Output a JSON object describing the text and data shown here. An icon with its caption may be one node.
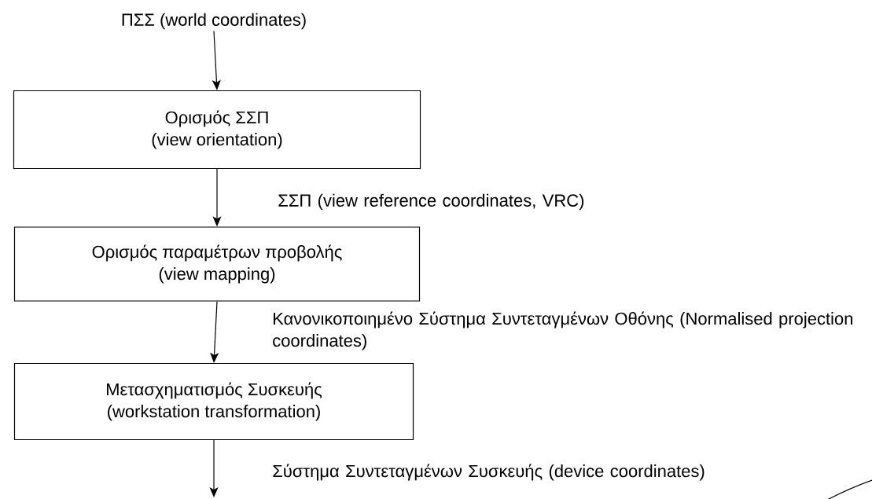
{
  "diagram": {
    "nodes": [
      {
        "text": [
          "ΠΣΣ (world coordinates)"
        ]
      },
      {
        "text": [
          "Ορισμός ΣΣΠ",
          "(view orientation)"
        ]
      },
      {
        "text": [
          "Ορισμός παραμέτρων προβολής",
          "(view mapping)"
        ]
      },
      {
        "text": [
          "Μετασχηματισμός Συσκευής",
          "(workstation transformation)"
        ]
      }
    ],
    "edges": [
      {
        "from": 0,
        "to": 1,
        "arrow": "to"
      },
      {
        "from": 1,
        "to": 2,
        "arrow": "to",
        "label": "ΣΣΠ (view reference coordinates, VRC)"
      },
      {
        "from": 2,
        "to": 3,
        "arrow": "to",
        "label": "Κανονικοποιημένο Σύστημα Συντεταγμένων Οθόνης (Normalised projection coordinates)"
      },
      {
        "from": 3,
        "to": null,
        "arrow": "to",
        "label": "Σύστημα Συντεταγμένων Συσκευής (device coordinates)"
      }
    ]
  }
}
